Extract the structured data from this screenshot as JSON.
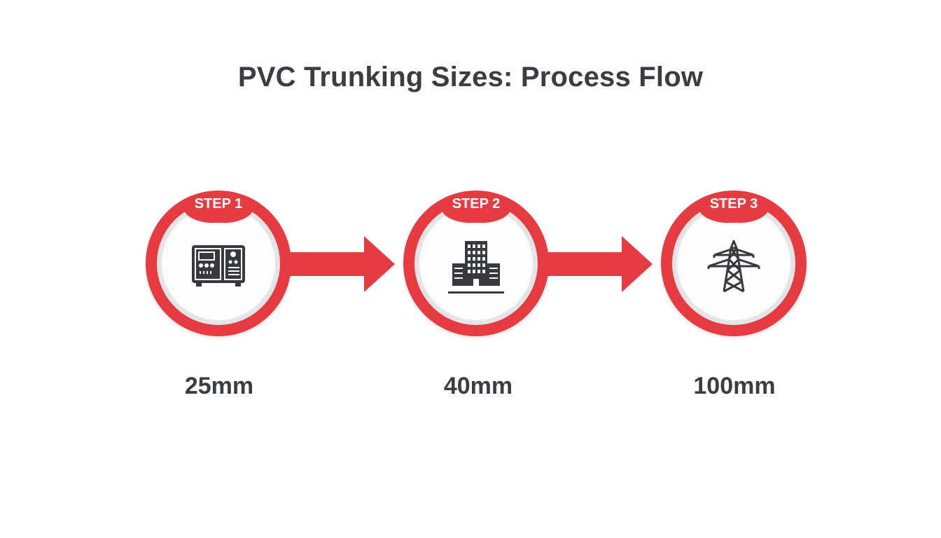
{
  "title": "PVC Trunking Sizes: Process Flow",
  "colors": {
    "accent": "#e63b41",
    "text": "#3a3d42",
    "icon": "#36393d"
  },
  "steps": [
    {
      "badge": "STEP 1",
      "icon": "control-panel-icon",
      "size": "25mm"
    },
    {
      "badge": "STEP 2",
      "icon": "building-icon",
      "size": "40mm"
    },
    {
      "badge": "STEP 3",
      "icon": "power-pylon-icon",
      "size": "100mm"
    }
  ]
}
